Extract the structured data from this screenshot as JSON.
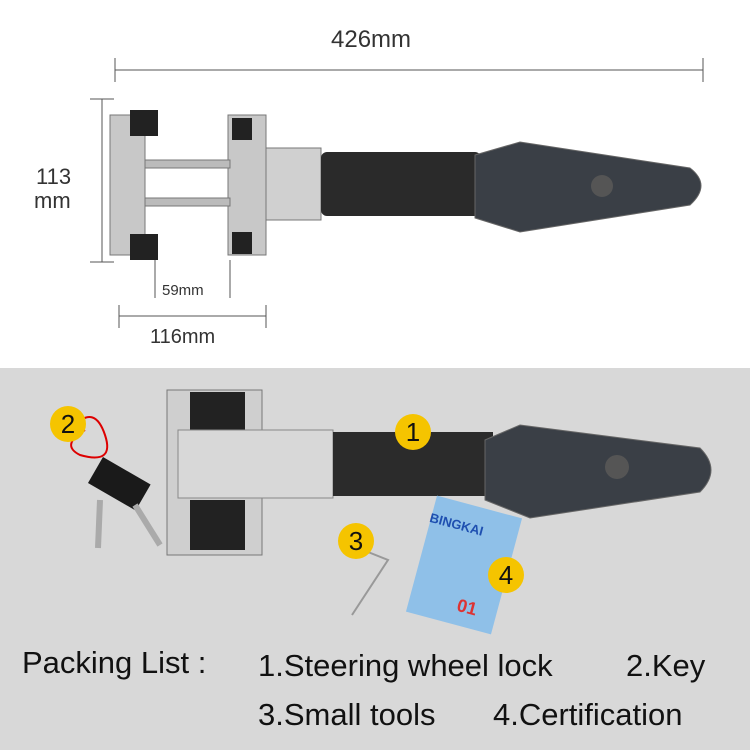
{
  "dimensions": {
    "length": "426mm",
    "height_value": "113",
    "height_unit": "mm",
    "jaw_gap": "59mm",
    "base_width": "116mm"
  },
  "badges": [
    "1",
    "2",
    "3",
    "4"
  ],
  "certificate_card": {
    "brand": "BINGKAI",
    "number": "01"
  },
  "packing_list": {
    "label": "Packing List :",
    "items": [
      "1.Steering wheel lock",
      "2.Key",
      "3.Small tools",
      "4.Certification"
    ]
  },
  "colors": {
    "badge": "#f5c400",
    "bottom_background": "#d8d8d8"
  }
}
